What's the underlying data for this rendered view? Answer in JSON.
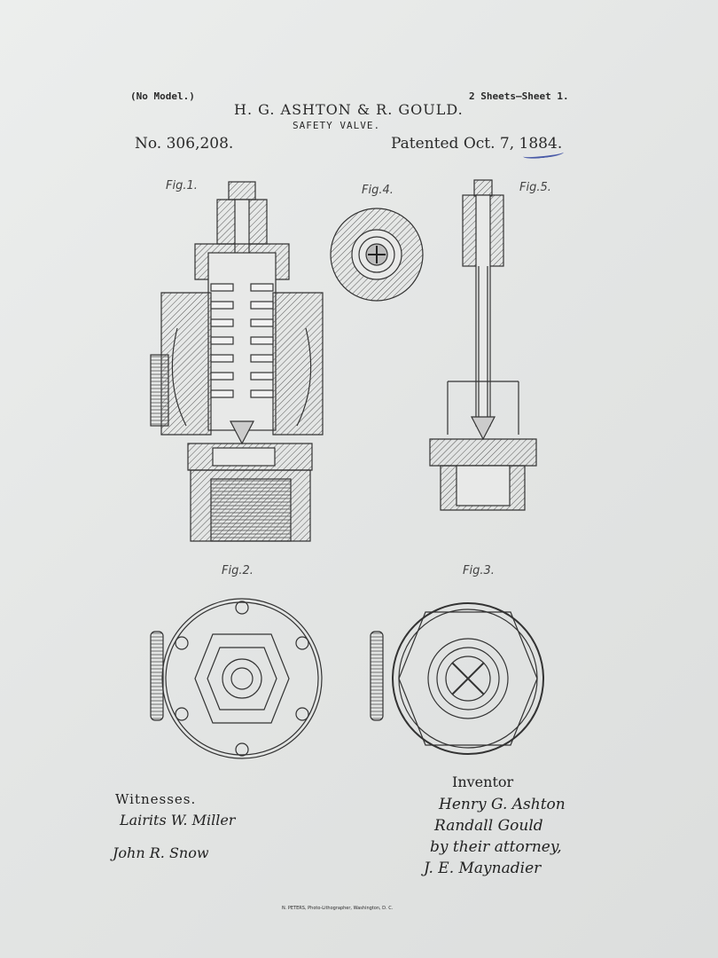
{
  "header": {
    "no_model": "(No Model.)",
    "sheets": "2 Sheets—Sheet 1.",
    "inventors": "H. G. ASHTON & R. GOULD.",
    "subject": "SAFETY VALVE.",
    "patent_number": "No. 306,208.",
    "patent_date": "Patented Oct. 7, 1884."
  },
  "figures": {
    "fig1": "Fig.1.",
    "fig2": "Fig.2.",
    "fig3": "Fig.3.",
    "fig4": "Fig.4.",
    "fig5": "Fig.5."
  },
  "signatures": {
    "witnesses_label": "Witnesses.",
    "witness_1": "Lairits W. Miller",
    "witness_2": "John R. Snow",
    "inventor_label": "Inventor",
    "inventor_1": "Henry G. Ashton",
    "inventor_2": "Randall Gould",
    "attorney_line": "by their attorney,",
    "attorney": "J. E. Maynadier"
  },
  "footer": {
    "printer": "N. PETERS, Photo-Lithographer, Washington, D. C."
  }
}
